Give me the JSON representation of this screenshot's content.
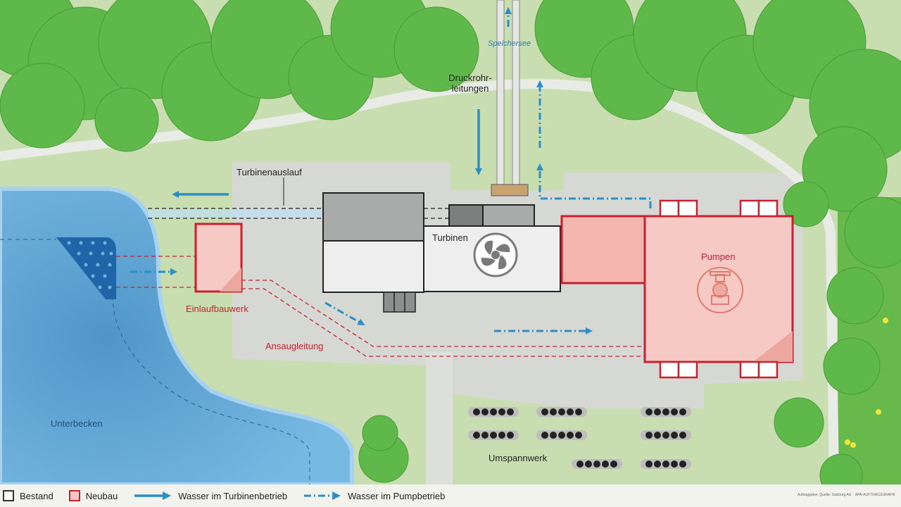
{
  "labels": {
    "speichersee": "Speichersee",
    "druckrohr_1": "Druckrohr-",
    "druckrohr_2": "leitungen",
    "turbinenauslauf": "Turbinenauslauf",
    "turbinen": "Turbinen",
    "pumpen": "Pumpen",
    "einlaufbauwerk": "Einlaufbauwerk",
    "ansaugleitung": "Ansaugleitung",
    "unterbecken": "Unterbecken",
    "umspannwerk": "Umspannwerk"
  },
  "legend": {
    "bestand": "Bestand",
    "neubau": "Neubau",
    "turbinenbetrieb": "Wasser im Turbinenbetrieb",
    "pumpbetrieb": "Wasser im Pumpbetrieb"
  },
  "credits": {
    "source": "Auftraggeber, Quelle: Salzburg AG",
    "agency": "APA-AUFTRAGSGRAFIK"
  },
  "colors": {
    "existing_stroke": "#333333",
    "new_stroke": "#c8202f",
    "new_fill": "#f7c9c4",
    "water_arrow": "#2a8ec7",
    "lake": "#6fb2de",
    "forest": "#5fb84a"
  }
}
